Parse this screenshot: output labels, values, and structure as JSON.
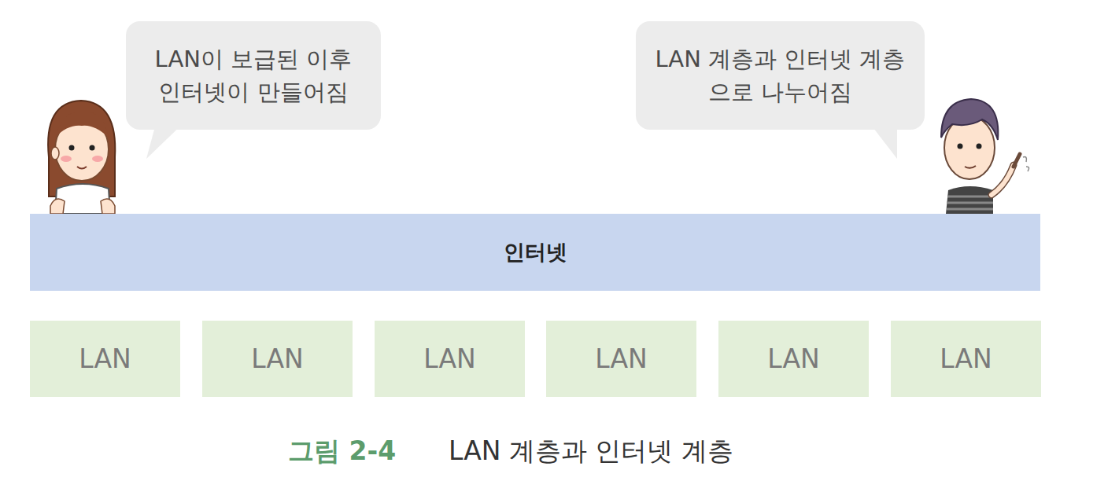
{
  "diagram": {
    "caption": "LAN 계층과 인터넷 계층",
    "nodes": [
      {
        "text": [
          "LAN이 보급된 이후 인터넷이 만들어짐"
        ]
      },
      {
        "text": [
          "LAN 계층과 인터넷 계층으로 나누어짐"
        ]
      },
      {
        "text": [
          "인터넷"
        ]
      },
      {
        "text": [
          "LAN"
        ]
      },
      {
        "text": [
          "LAN"
        ]
      },
      {
        "text": [
          "LAN"
        ]
      },
      {
        "text": [
          "LAN"
        ]
      },
      {
        "text": [
          "LAN"
        ]
      },
      {
        "text": [
          "LAN"
        ]
      }
    ],
    "labels": [
      "그림 2-4"
    ]
  }
}
